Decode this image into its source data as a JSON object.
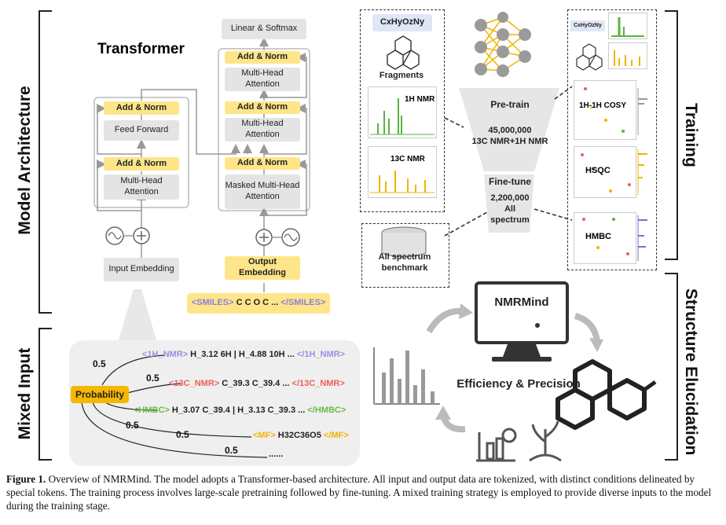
{
  "sections": {
    "model_architecture": "Model Architecture",
    "mixed_input": "Mixed Input",
    "training": "Training",
    "structure_elucidation": "Structure Elucidation"
  },
  "transformer": {
    "title": "Transformer",
    "encoder": {
      "add_norm_top": "Add & Norm",
      "feed_forward": "Feed Forward",
      "add_norm_bottom": "Add & Norm",
      "mha": "Multi-Head Attention",
      "input_embedding": "Input Embedding"
    },
    "decoder": {
      "linear_softmax": "Linear & Softmax",
      "add_norm_1": "Add & Norm",
      "mha_1": "Multi-Head Attention",
      "add_norm_2": "Add & Norm",
      "mha_2": "Multi-Head Attention",
      "add_norm_3": "Add & Norm",
      "masked_mha": "Masked Multi-Head Attention",
      "output_embedding": "Output Embedding"
    },
    "smiles_open": "<SMILES>",
    "smiles_body": " C C O C ... ",
    "smiles_close": "</SMILES>"
  },
  "mixed_input": {
    "probability_label": "Probability",
    "tokens": [
      {
        "open": "<1H_NMR>",
        "body": " H_3.12 6H | H_4.88 10H ... ",
        "close": "</1H_NMR>",
        "color": "#9b8fe0",
        "prob": "0.5"
      },
      {
        "open": "<13C_NMR>",
        "body": " C_39.3 C_39.4 ... ",
        "close": "</13C_NMR>",
        "color": "#e8615a",
        "prob": "0.5"
      },
      {
        "open": "<HMBC>",
        "body": " H_3.07 C_39.4 | H_3.13 C_39.3 ... ",
        "close": "</HMBC>",
        "color": "#6cb84a",
        "prob": "0.5"
      },
      {
        "open": "<MF>",
        "body": " H32C36O5 ",
        "close": "</MF>",
        "color": "#f0b400",
        "prob": "0.5"
      },
      {
        "open": "",
        "body": "......",
        "close": "",
        "color": "#222",
        "prob": "0.5"
      }
    ]
  },
  "training": {
    "formula": "CxHyOzNy",
    "fragments": "Fragments",
    "h_nmr": "1H NMR",
    "c_nmr": "13C NMR",
    "pretrain": "Pre-train",
    "pretrain_count": "45,000,000",
    "pretrain_desc": "13C NMR+1H NMR",
    "finetune": "Fine-tune",
    "finetune_count": "2,200,000",
    "finetune_desc1": "All",
    "finetune_desc2": "spectrum",
    "benchmark": "All spectrum benchmark",
    "cosy": "1H-1H COSY",
    "hsqc": "HSQC",
    "hmbc": "HMBC",
    "formula_small": "CxHyOzNy"
  },
  "elucidation": {
    "app_name": "NMRMind",
    "tagline": "Efficiency & Precision"
  },
  "caption": {
    "label": "Figure 1.",
    "text": " Overview of NMRMind. The model adopts a Transformer-based architecture. All input and output data are tokenized, with distinct conditions delineated by special tokens. The training process involves large-scale pretraining followed by fine-tuning. A mixed training strategy is employed to provide diverse inputs to the model during the training stage."
  },
  "colors": {
    "yellow": "#ffe58a",
    "gray_box": "#e4e4e4",
    "green": "#5ab33f",
    "orange": "#f0b400",
    "purple": "#7b6fd6",
    "probability": "#f5b800"
  }
}
